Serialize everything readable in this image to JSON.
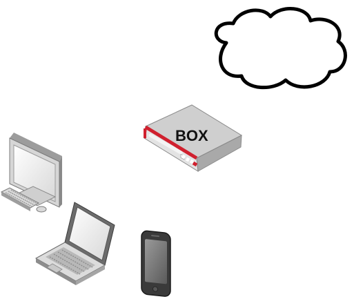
{
  "diagram": {
    "nodes": [
      {
        "id": "cloud",
        "icon": "cloud-icon",
        "label": ""
      },
      {
        "id": "box",
        "icon": "network-appliance-icon",
        "label": "BOX"
      },
      {
        "id": "desktop",
        "icon": "desktop-computer-icon",
        "label": ""
      },
      {
        "id": "laptop",
        "icon": "laptop-icon",
        "label": ""
      },
      {
        "id": "phone",
        "icon": "smartphone-icon",
        "label": ""
      }
    ],
    "colors": {
      "appliance_accent": "#d0202e",
      "device_body": "#d9d9d9",
      "device_dark": "#3c3c3c",
      "outline": "#000000"
    }
  }
}
